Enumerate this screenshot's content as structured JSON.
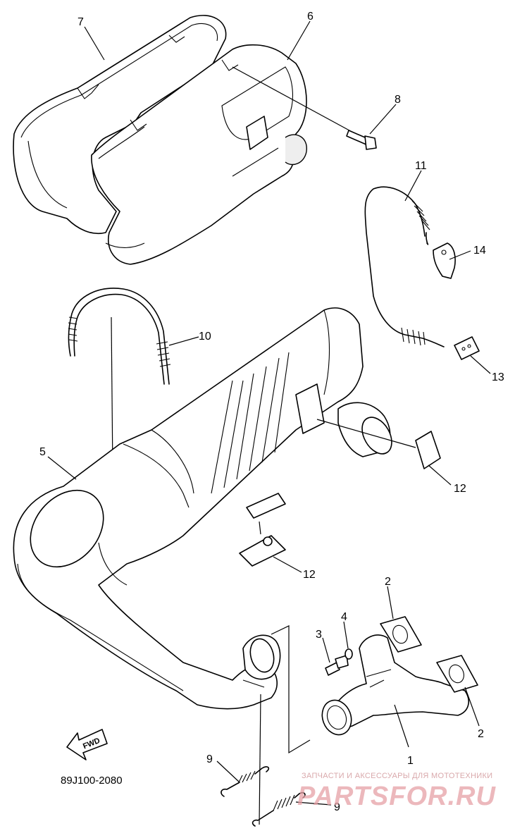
{
  "callouts": {
    "c1": "1",
    "c2a": "2",
    "c2b": "2",
    "c3": "3",
    "c4": "4",
    "c5": "5",
    "c6": "6",
    "c7": "7",
    "c8": "8",
    "c9a": "9",
    "c9b": "9",
    "c10": "10",
    "c11": "11",
    "c12a": "12",
    "c12b": "12",
    "c13": "13",
    "c14": "14"
  },
  "diagram_code": "89J100-2080",
  "fwd_label": "FWD",
  "watermark": {
    "tagline": "ЗАПЧАСТИ И АКСЕССУАРЫ ДЛЯ МОТОТЕХНИКИ",
    "site": "PARTSFOR.RU"
  }
}
